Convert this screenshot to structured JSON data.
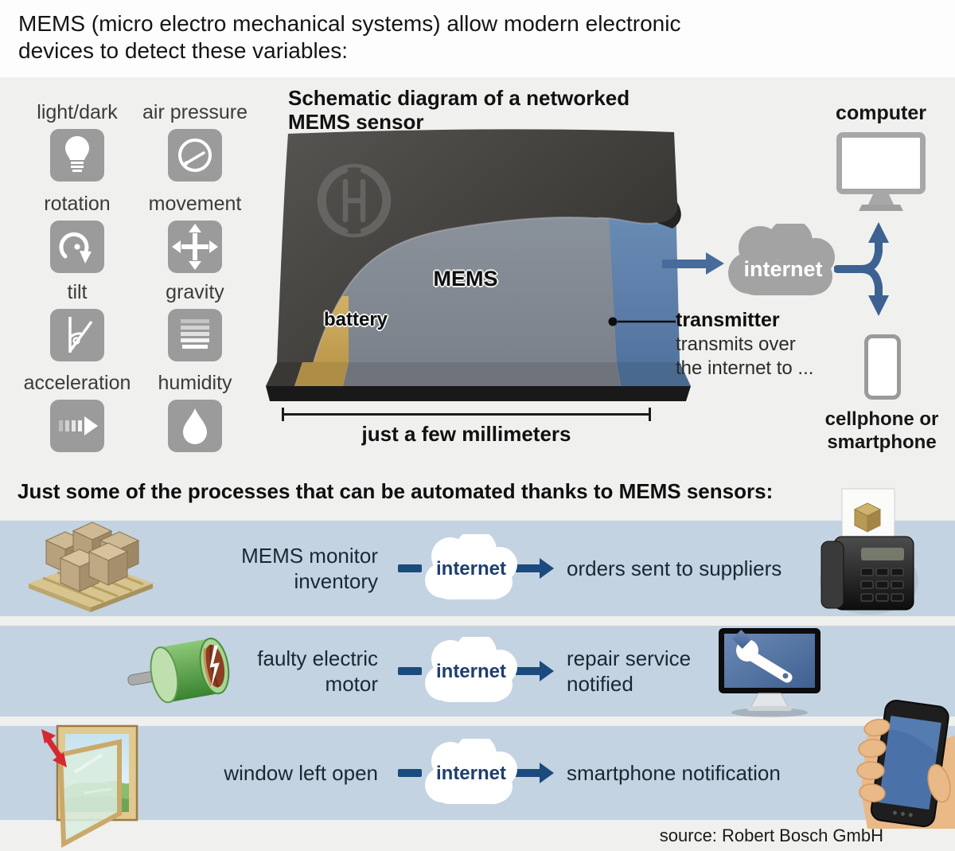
{
  "header": {
    "title_line1": "MEMS (micro electro mechanical systems) allow modern electronic",
    "title_line2": "devices to detect these variables:"
  },
  "sensors": {
    "items": [
      {
        "label": "light/dark",
        "icon": "bulb-icon"
      },
      {
        "label": "air pressure",
        "icon": "gauge-icon"
      },
      {
        "label": "rotation",
        "icon": "rotation-icon"
      },
      {
        "label": "movement",
        "icon": "movement-icon"
      },
      {
        "label": "tilt",
        "icon": "tilt-icon"
      },
      {
        "label": "gravity",
        "icon": "gravity-icon"
      },
      {
        "label": "acceleration",
        "icon": "acceleration-icon"
      },
      {
        "label": "humidity",
        "icon": "droplet-icon"
      }
    ]
  },
  "schematic": {
    "title_line1": "Schematic diagram of a networked",
    "title_line2": "MEMS sensor",
    "mems_label": "MEMS",
    "battery_label": "battery",
    "scale_label": "just a few millimeters",
    "cloud_label": "internet",
    "computer_label": "computer",
    "transmitter_title": "transmitter",
    "transmitter_desc_line1": "transmits over",
    "transmitter_desc_line2": "the internet to ...",
    "phone_label_line1": "cellphone or",
    "phone_label_line2": "smartphone"
  },
  "processes": {
    "heading": "Just some of the processes that can be automated thanks to MEMS sensors:",
    "rows": [
      {
        "left_icon": "pallet-boxes-icon",
        "trigger_line1": "MEMS monitor",
        "trigger_line2": "inventory",
        "cloud_label": "internet",
        "result_line1": "orders sent to suppliers",
        "result_line2": "",
        "right_icon": "fax-machine-icon"
      },
      {
        "left_icon": "electric-motor-icon",
        "trigger_line1": "faulty electric",
        "trigger_line2": "motor",
        "cloud_label": "internet",
        "result_line1": "repair service",
        "result_line2": "notified",
        "right_icon": "monitor-wrench-icon"
      },
      {
        "left_icon": "open-window-icon",
        "trigger_line1": "window left open",
        "trigger_line2": "",
        "cloud_label": "internet",
        "result_line1": "smartphone notification",
        "result_line2": "",
        "right_icon": "hand-smartphone-icon"
      }
    ]
  },
  "footer": {
    "source": "source: Robert Bosch GmbH"
  },
  "colors": {
    "band_blue": "#c3d3e1",
    "accent_navy": "#1b4a7d",
    "internet_text_navy": "#1d3f6e",
    "steel_blue": "#44699a",
    "tile_gray": "#9b9b9b",
    "cloud_gray": "#a3a3a3",
    "battery_gold": "#c7a559",
    "mems_gray": "#878c93",
    "transmitter_blue": "#5e84b0",
    "casing_dark": "#454341"
  }
}
